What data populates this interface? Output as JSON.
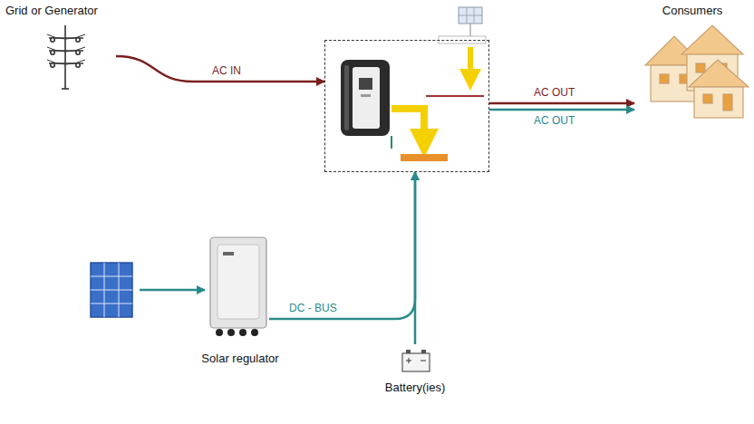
{
  "diagram": {
    "nodes": [
      {
        "text": [
          "Grid or Generator"
        ]
      },
      {
        "text": []
      },
      {
        "text": [
          "Consumers"
        ]
      },
      {
        "text": [
          "Solar regulator"
        ]
      },
      {
        "text": [
          "Battery(ies)"
        ]
      }
    ],
    "edges": [
      {
        "from": 0,
        "to": 1,
        "arrow": "to",
        "label": "AC IN"
      },
      {
        "from": 1,
        "to": 2,
        "arrow": "to",
        "label": "AC OUT"
      },
      {
        "from": 1,
        "to": 2,
        "arrow": "to",
        "label": "AC OUT"
      },
      {
        "from": 3,
        "to": 1,
        "arrow": "to",
        "label": "DC - BUS"
      },
      {
        "from": 4,
        "to": 1,
        "arrow": "to"
      }
    ]
  }
}
